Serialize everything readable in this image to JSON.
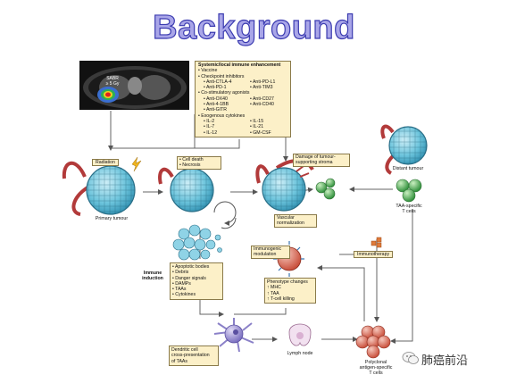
{
  "title": "Background",
  "ct": {
    "sabr": "SABR",
    "dose": "≥ 5 Gy"
  },
  "enhancement": {
    "heading": "Systemic/local immune enhancement",
    "vaccine": "• Vaccine",
    "checkpoint": "• Checkpoint inhibitors",
    "cp_left": [
      "• Anti-CTLA-4",
      "• Anti-PD-1"
    ],
    "cp_right": [
      "• Anti-PD-L1",
      "• Anti-TIM3"
    ],
    "costim": "• Co-stimulatory agonists",
    "cs_left": [
      "• Anti-OX40",
      "• Anti-4-1BB",
      "• Anti-GITR"
    ],
    "cs_right": [
      "• Anti-CD27",
      "• Anti-CD40"
    ],
    "cytokines": "• Exogenous cytokines",
    "cy_left": [
      "• IL-2",
      "• IL-7",
      "• IL-12"
    ],
    "cy_right": [
      "• IL-15",
      "• IL-21",
      "• GM-CSF"
    ]
  },
  "labels": {
    "radiation": "Radiation",
    "primary_tumour": "Primary tumour",
    "cell_death": [
      "• Cell death",
      "• Necrosis"
    ],
    "stroma": [
      "Damage of tumour-",
      "supporting stroma"
    ],
    "vascular": [
      "Vascular",
      "normalization"
    ],
    "distant_tumour": "Distant tumour",
    "taa_t": [
      "TAA-specific",
      "T cells"
    ],
    "immunogenic": [
      "Immunogenic",
      "modulation"
    ],
    "immunotherapy": "Immunotherapy",
    "immune_induction": [
      "Immune",
      "induction"
    ],
    "induction_list": [
      "• Apoptotic bodies",
      "• Debris",
      "• Danger signals",
      "• DAMPs",
      "• TAAs",
      "• Cytokines"
    ],
    "phenotype": [
      "Phenotype changes",
      "↑ MHC",
      "↑ TAA",
      "↑ T-cell killing"
    ],
    "dendritic": [
      "Dendritic cell",
      "cross-presentation",
      "of TAAs"
    ],
    "lymph": "Lymph node",
    "polyclonal": [
      "Polyclonal",
      "antigen-specific",
      "T cells"
    ]
  },
  "watermark": "肺癌前沿",
  "colors": {
    "title_fill": "#a9a6e8",
    "title_stroke": "#3b3bb0",
    "box": "#fcf0c8",
    "tumour": "#6cc4dc",
    "vessel": "#b23a3a",
    "tcell": "#4caf50",
    "dc": "#9a8fd0"
  }
}
